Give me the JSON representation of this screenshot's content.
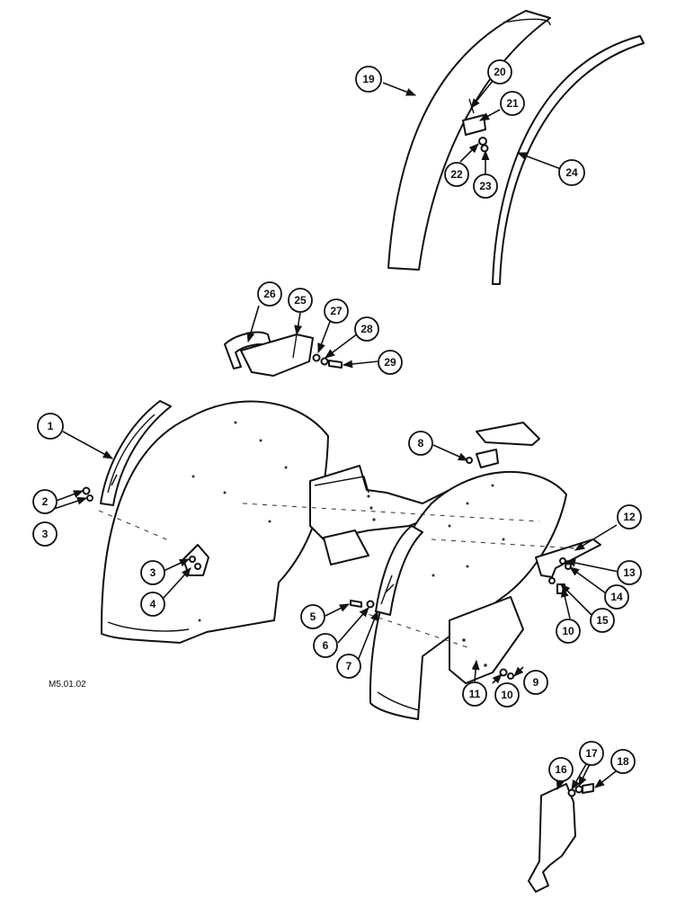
{
  "figure_ref": "M5.01.02",
  "callouts": [
    "1",
    "2",
    "3",
    "3",
    "4",
    "5",
    "6",
    "7",
    "8",
    "9",
    "10",
    "10",
    "11",
    "12",
    "13",
    "14",
    "15",
    "16",
    "17",
    "18",
    "19",
    "20",
    "21",
    "22",
    "23",
    "24",
    "25",
    "26",
    "27",
    "28",
    "29"
  ]
}
